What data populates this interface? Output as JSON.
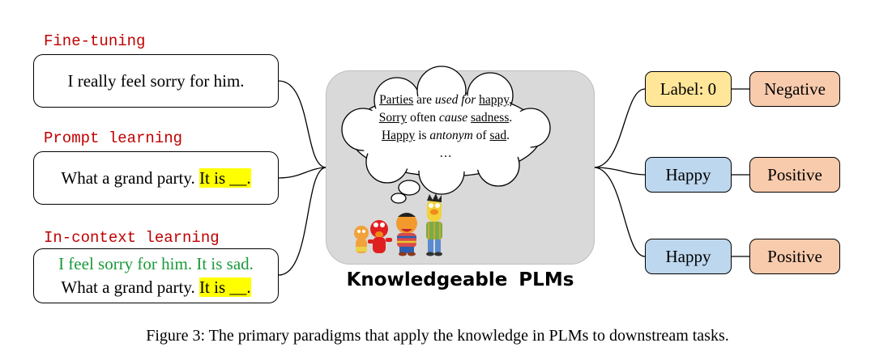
{
  "left": {
    "fine_tuning": {
      "label": "Fine-tuning",
      "text": "I really feel sorry for him."
    },
    "prompt": {
      "label": "Prompt learning",
      "text_plain": "What a grand party.",
      "text_highlight": "It is __."
    },
    "in_context": {
      "label": "In-context learning",
      "demo": "I feel sorry for him. It is sad.",
      "text_plain": "What a grand party.",
      "text_highlight": "It is __."
    }
  },
  "center": {
    "title": "Knowledgeable PLMs",
    "thought": {
      "line1": {
        "a": "Parties",
        "b": "are",
        "c": "used for",
        "d": "happy",
        "e": "."
      },
      "line2": {
        "a": "Sorry",
        "b": "often",
        "c": "cause",
        "d": "sadness",
        "e": "."
      },
      "line3": {
        "a": "Happy",
        "b": "is",
        "c": "antonym",
        "d": "of",
        "e": "sad",
        "f": "."
      },
      "ellipsis": "…"
    }
  },
  "right": {
    "rows": [
      {
        "output": "Label: 0",
        "result": "Negative"
      },
      {
        "output": "Happy",
        "result": "Positive"
      },
      {
        "output": "Happy",
        "result": "Positive"
      }
    ]
  },
  "caption": "Figure 3: The primary paradigms that apply the knowledge in PLMs to downstream tasks.",
  "colors": {
    "label_red": "#c00000",
    "highlight": "#ffff00",
    "demo_green": "#1a9a3a",
    "yellow": "#ffe699",
    "blue": "#bdd7ee",
    "orange": "#f8cbad",
    "panel_gray": "#d9d9d9"
  }
}
